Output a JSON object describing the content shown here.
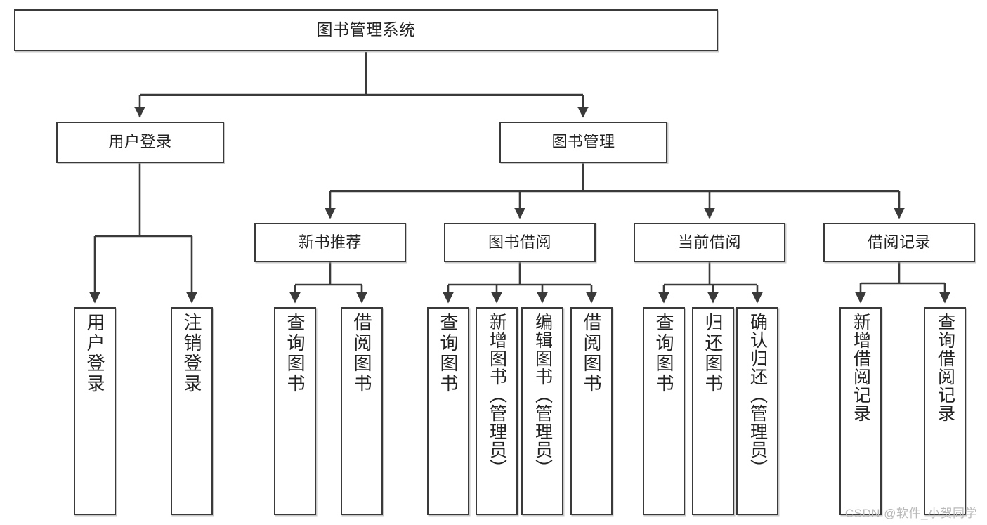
{
  "diagram": {
    "title": "图书管理系统",
    "type": "tree",
    "stroke_color": "#3a3a3a",
    "text_color": "#222222",
    "background": "#ffffff"
  },
  "nodes": {
    "root": {
      "label": "图书管理系统"
    },
    "level1": [
      {
        "label": "用户登录"
      },
      {
        "label": "图书管理"
      }
    ],
    "level2": [
      {
        "label": "新书推荐"
      },
      {
        "label": "图书借阅"
      },
      {
        "label": "当前借阅"
      },
      {
        "label": "借阅记录"
      }
    ],
    "leaves_user_login": [
      {
        "label": "用户登录"
      },
      {
        "label": "注销登录"
      }
    ],
    "leaves_new_book": [
      {
        "label": "查询图书"
      },
      {
        "label": "借阅图书"
      }
    ],
    "leaves_borrow": [
      {
        "label": "查询图书"
      },
      {
        "label": "新增图书（管理员）"
      },
      {
        "label": "编辑图书（管理员）"
      },
      {
        "label": "借阅图书"
      }
    ],
    "leaves_current": [
      {
        "label": "查询图书"
      },
      {
        "label": "归还图书"
      },
      {
        "label": "确认归还（管理员）"
      }
    ],
    "leaves_record": [
      {
        "label": "新增借阅记录"
      },
      {
        "label": "查询借阅记录"
      }
    ]
  },
  "watermark": {
    "text": "CSDN @软件_小贺同学",
    "color": "#b9b9b9"
  }
}
